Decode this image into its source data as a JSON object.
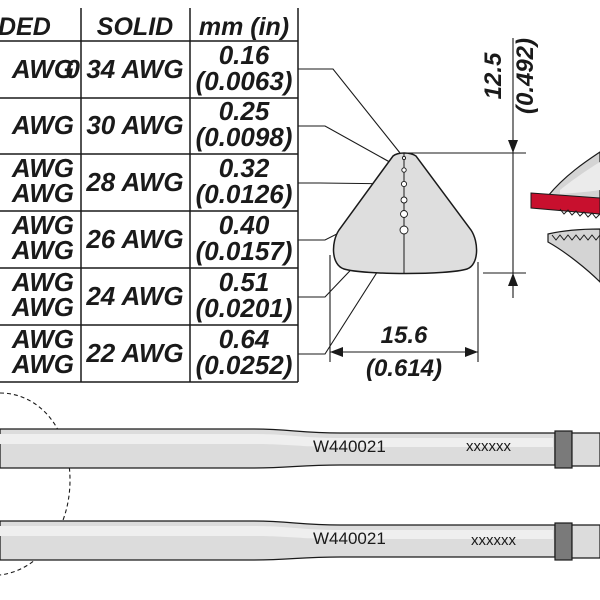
{
  "table": {
    "headers": {
      "stranded": "DED",
      "solid": "SOLID",
      "mm_in": "mm (in)"
    },
    "rows": [
      {
        "stranded_1": "AWG",
        "stranded_2": "",
        "solid": "34 AWG",
        "mm": "0.16",
        "inch": "(0.0063)"
      },
      {
        "stranded_1": "AWG",
        "stranded_2": "",
        "solid": "30 AWG",
        "mm": "0.25",
        "inch": "(0.0098)"
      },
      {
        "stranded_1": "AWG",
        "stranded_2": "AWG",
        "solid": "28 AWG",
        "mm": "0.32",
        "inch": "(0.0126)"
      },
      {
        "stranded_1": "AWG",
        "stranded_2": "AWG",
        "solid": "26 AWG",
        "mm": "0.40",
        "inch": "(0.0157)"
      },
      {
        "stranded_1": "AWG",
        "stranded_2": "AWG",
        "solid": "24 AWG",
        "mm": "0.51",
        "inch": "(0.0201)"
      },
      {
        "stranded_1": "AWG",
        "stranded_2": "AWG",
        "solid": "22 AWG",
        "mm": "0.64",
        "inch": "(0.0252)"
      }
    ]
  },
  "dimensions": {
    "height_mm": "12.5",
    "height_in": "(0.492)",
    "width_mm": "15.6",
    "width_in": "(0.614)"
  },
  "handles": [
    {
      "part_number": "W440021",
      "code": "xxxxxx"
    },
    {
      "part_number": "W440021",
      "code": "xxxxxx"
    }
  ],
  "colors": {
    "line": "#1a1a1a",
    "profile_fill": "#dedede",
    "handle_fill": "#dcdcdc",
    "handle_light": "#ececec",
    "collar": "#7a7a7a",
    "accent_red": "#c8102e"
  }
}
